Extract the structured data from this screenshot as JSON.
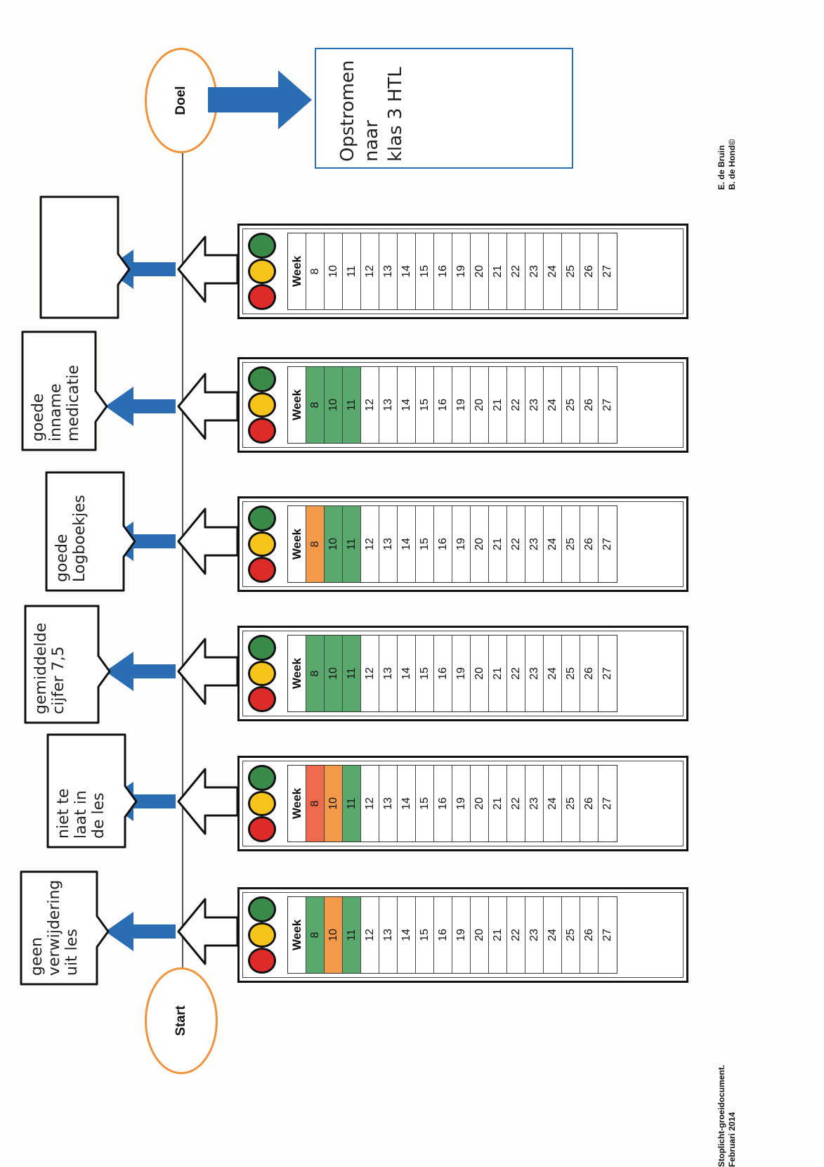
{
  "colors": {
    "green": "#3a8a4a",
    "yellow": "#f5c31a",
    "red": "#df2a2a",
    "blue": "#2a6db3",
    "orange": "#f0923a",
    "hatch_green": "#59a86e",
    "hatch_orange": "#f29a4a",
    "hatch_red": "#f06a4e"
  },
  "start_label": "Start",
  "goal_label": "Doel",
  "goal_text": "Opstromen\nnaar\nklas 3 HTL",
  "week_header": "Week",
  "weeks": [
    "8",
    "10",
    "11",
    "12",
    "13",
    "14",
    "15",
    "16",
    "19",
    "20",
    "21",
    "22",
    "23",
    "24",
    "25",
    "26",
    "27"
  ],
  "goals": [
    {
      "text": "geen\nverwijdering\nuit les",
      "status": [
        "green",
        "orange",
        "green"
      ]
    },
    {
      "text": "niet te\nlaat in\nde les",
      "status": [
        "red",
        "orange",
        "green"
      ]
    },
    {
      "text": "gemiddelde\ncijfer 7,5",
      "status": [
        "green",
        "green",
        "green"
      ]
    },
    {
      "text": "goede\nLogboekjes",
      "status": [
        "orange",
        "green",
        "green"
      ]
    },
    {
      "text": "goede\ninname\nmedicatie",
      "status": [
        "green",
        "green",
        "green"
      ]
    },
    {
      "text": "",
      "status": []
    }
  ],
  "footer_left": {
    "line1": "Stoplicht-groeidocument.",
    "line2": "Februari 2014"
  },
  "footer_right": {
    "line1": "E. de Bruin",
    "line2": "B. de Hond©"
  }
}
